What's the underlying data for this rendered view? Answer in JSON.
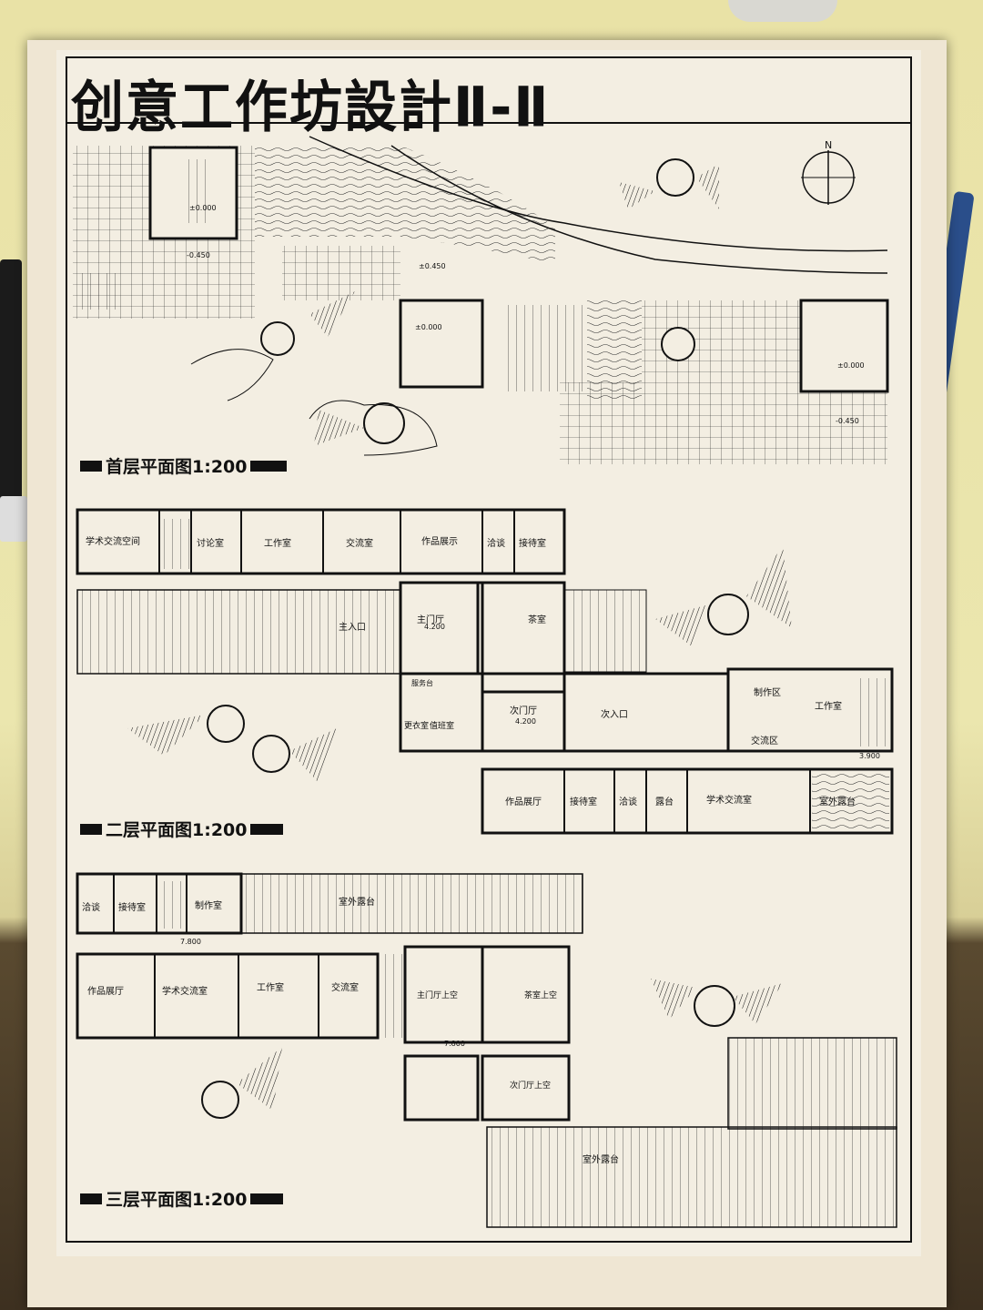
{
  "title": "创意工作坊設計Ⅱ-Ⅱ",
  "compass": "N",
  "plans": {
    "ground": {
      "label": "首层平面图1:200",
      "elevations": [
        "±0.000",
        "-0.450",
        "±0.450",
        "±0.000",
        "±0.000",
        "-0.450"
      ]
    },
    "second": {
      "label": "二层平面图1:200",
      "rooms": [
        "学术交流空间",
        "讨论室",
        "工作室",
        "交流室",
        "作品展示",
        "洽谈",
        "接待室",
        "主入口",
        "主门厅",
        "茶室",
        "服务台",
        "更衣室",
        "值班室",
        "次门厅",
        "次入口",
        "制作区",
        "交流区",
        "工作室",
        "作品展厅",
        "接待室",
        "洽谈",
        "露台",
        "学术交流室",
        "室外露台"
      ],
      "elevations": [
        "4.200",
        "4.200",
        "3.900"
      ]
    },
    "third": {
      "label": "三层平面图1:200",
      "rooms": [
        "洽谈",
        "接待室",
        "制作室",
        "室外露台",
        "作品展厅",
        "学术交流室",
        "工作室",
        "交流室",
        "主门厅上空",
        "茶室上空",
        "次门厅上空",
        "室外露台"
      ],
      "elevations": [
        "7.800",
        "7.800"
      ]
    }
  }
}
